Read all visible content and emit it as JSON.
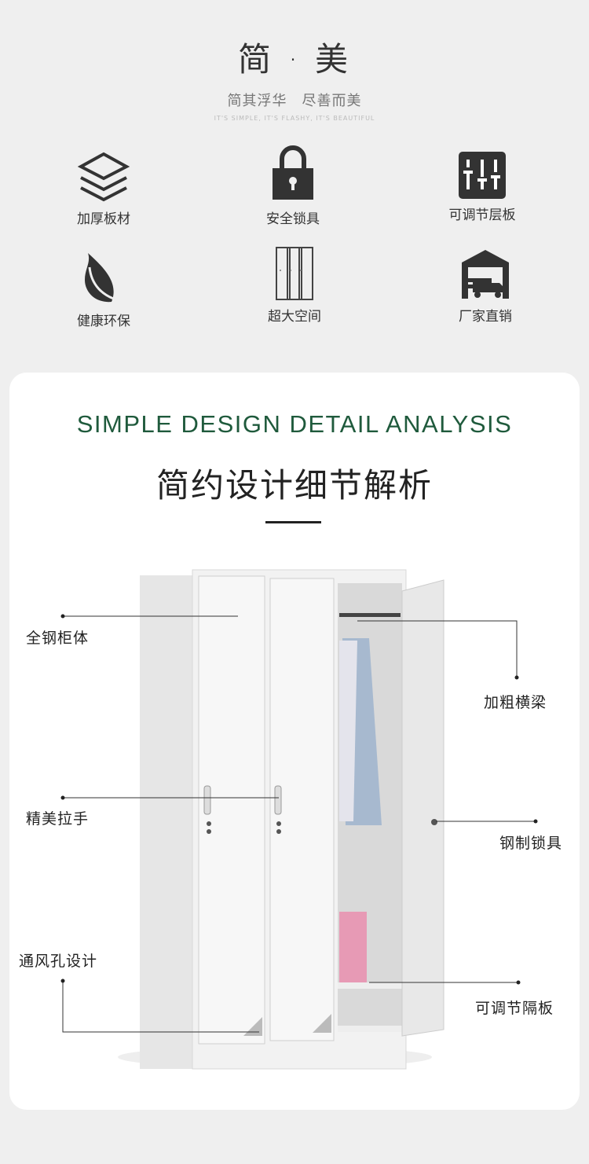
{
  "hero": {
    "title": "简 · 美",
    "subtitle": "简其浮华　尽善而美",
    "english": "IT'S SIMPLE, IT'S FLASHY, IT'S BEAUTIFUL"
  },
  "features": [
    {
      "icon": "layers-icon",
      "label": "加厚板材"
    },
    {
      "icon": "lock-icon",
      "label": "安全锁具"
    },
    {
      "icon": "sliders-icon",
      "label": "可调节层板"
    },
    {
      "icon": "leaf-icon",
      "label": "健康环保"
    },
    {
      "icon": "locker-icon",
      "label": "超大空间"
    },
    {
      "icon": "warehouse-truck-icon",
      "label": "厂家直销"
    }
  ],
  "detail": {
    "title_en": "SIMPLE DESIGN DETAIL ANALYSIS",
    "title_cn": "简约设计细节解析",
    "callouts": {
      "body": "全钢柜体",
      "beam": "加粗横梁",
      "handle": "精美拉手",
      "lock": "钢制锁具",
      "vent": "通风孔设计",
      "shelf": "可调节隔板"
    }
  },
  "colors": {
    "background": "#efefef",
    "accent": "#1f5a3c",
    "icon": "#333333"
  }
}
